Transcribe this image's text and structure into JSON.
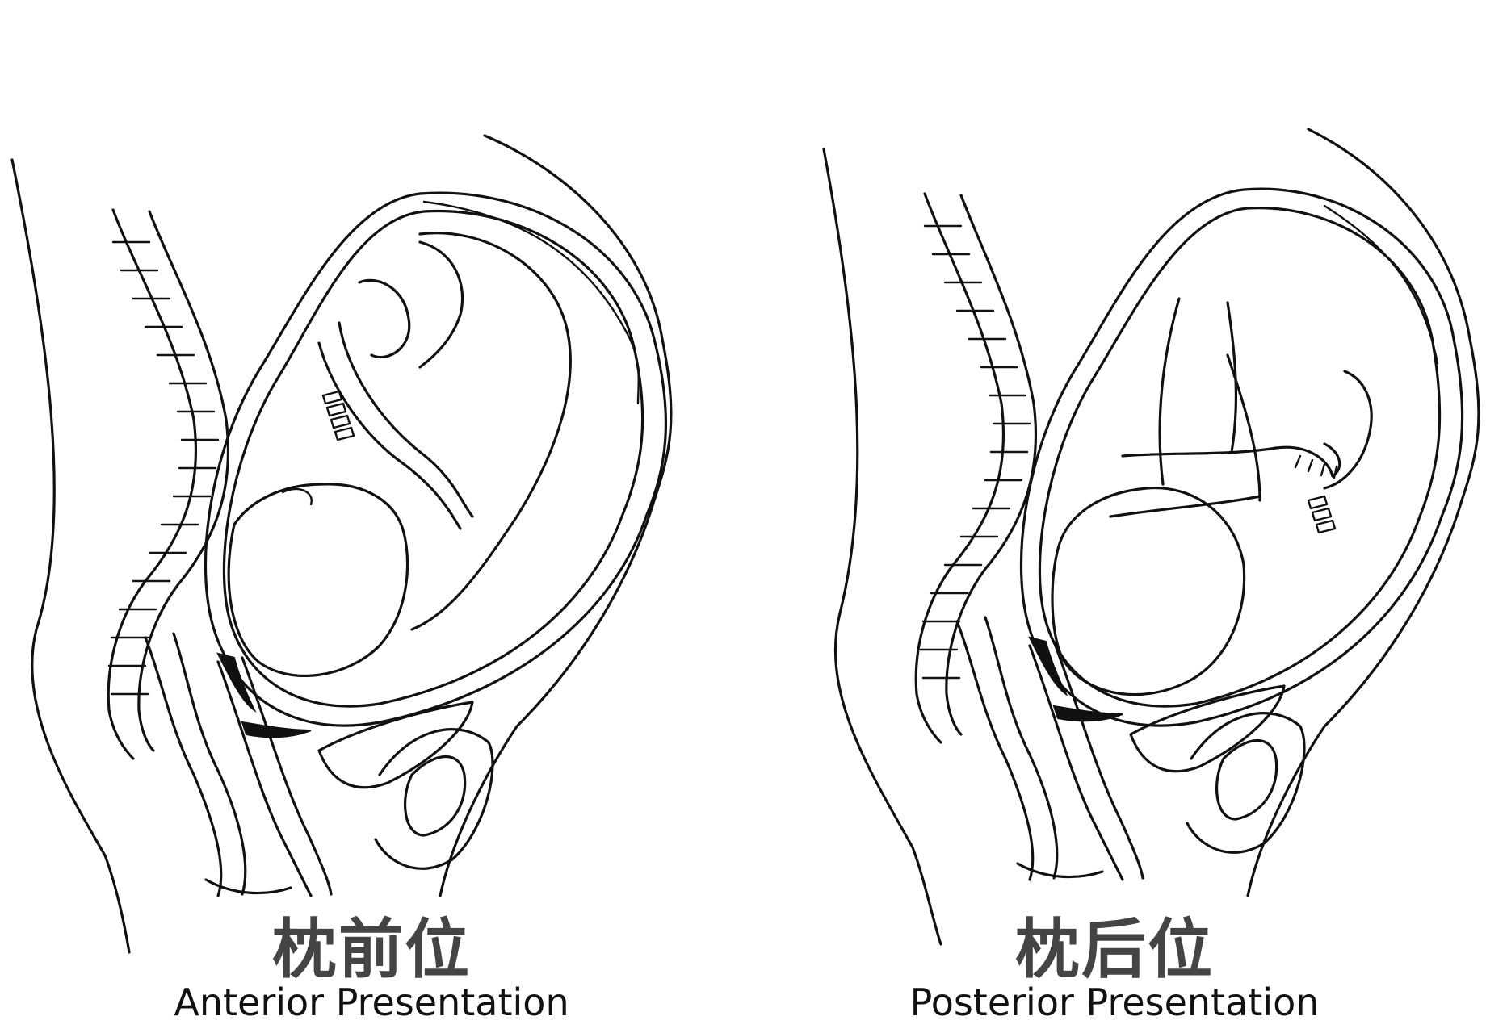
{
  "panels": [
    {
      "label_cn": "枕前位",
      "label_en": "Anterior Presentation"
    },
    {
      "label_cn": "枕后位",
      "label_en": "Posterior Presentation"
    }
  ]
}
